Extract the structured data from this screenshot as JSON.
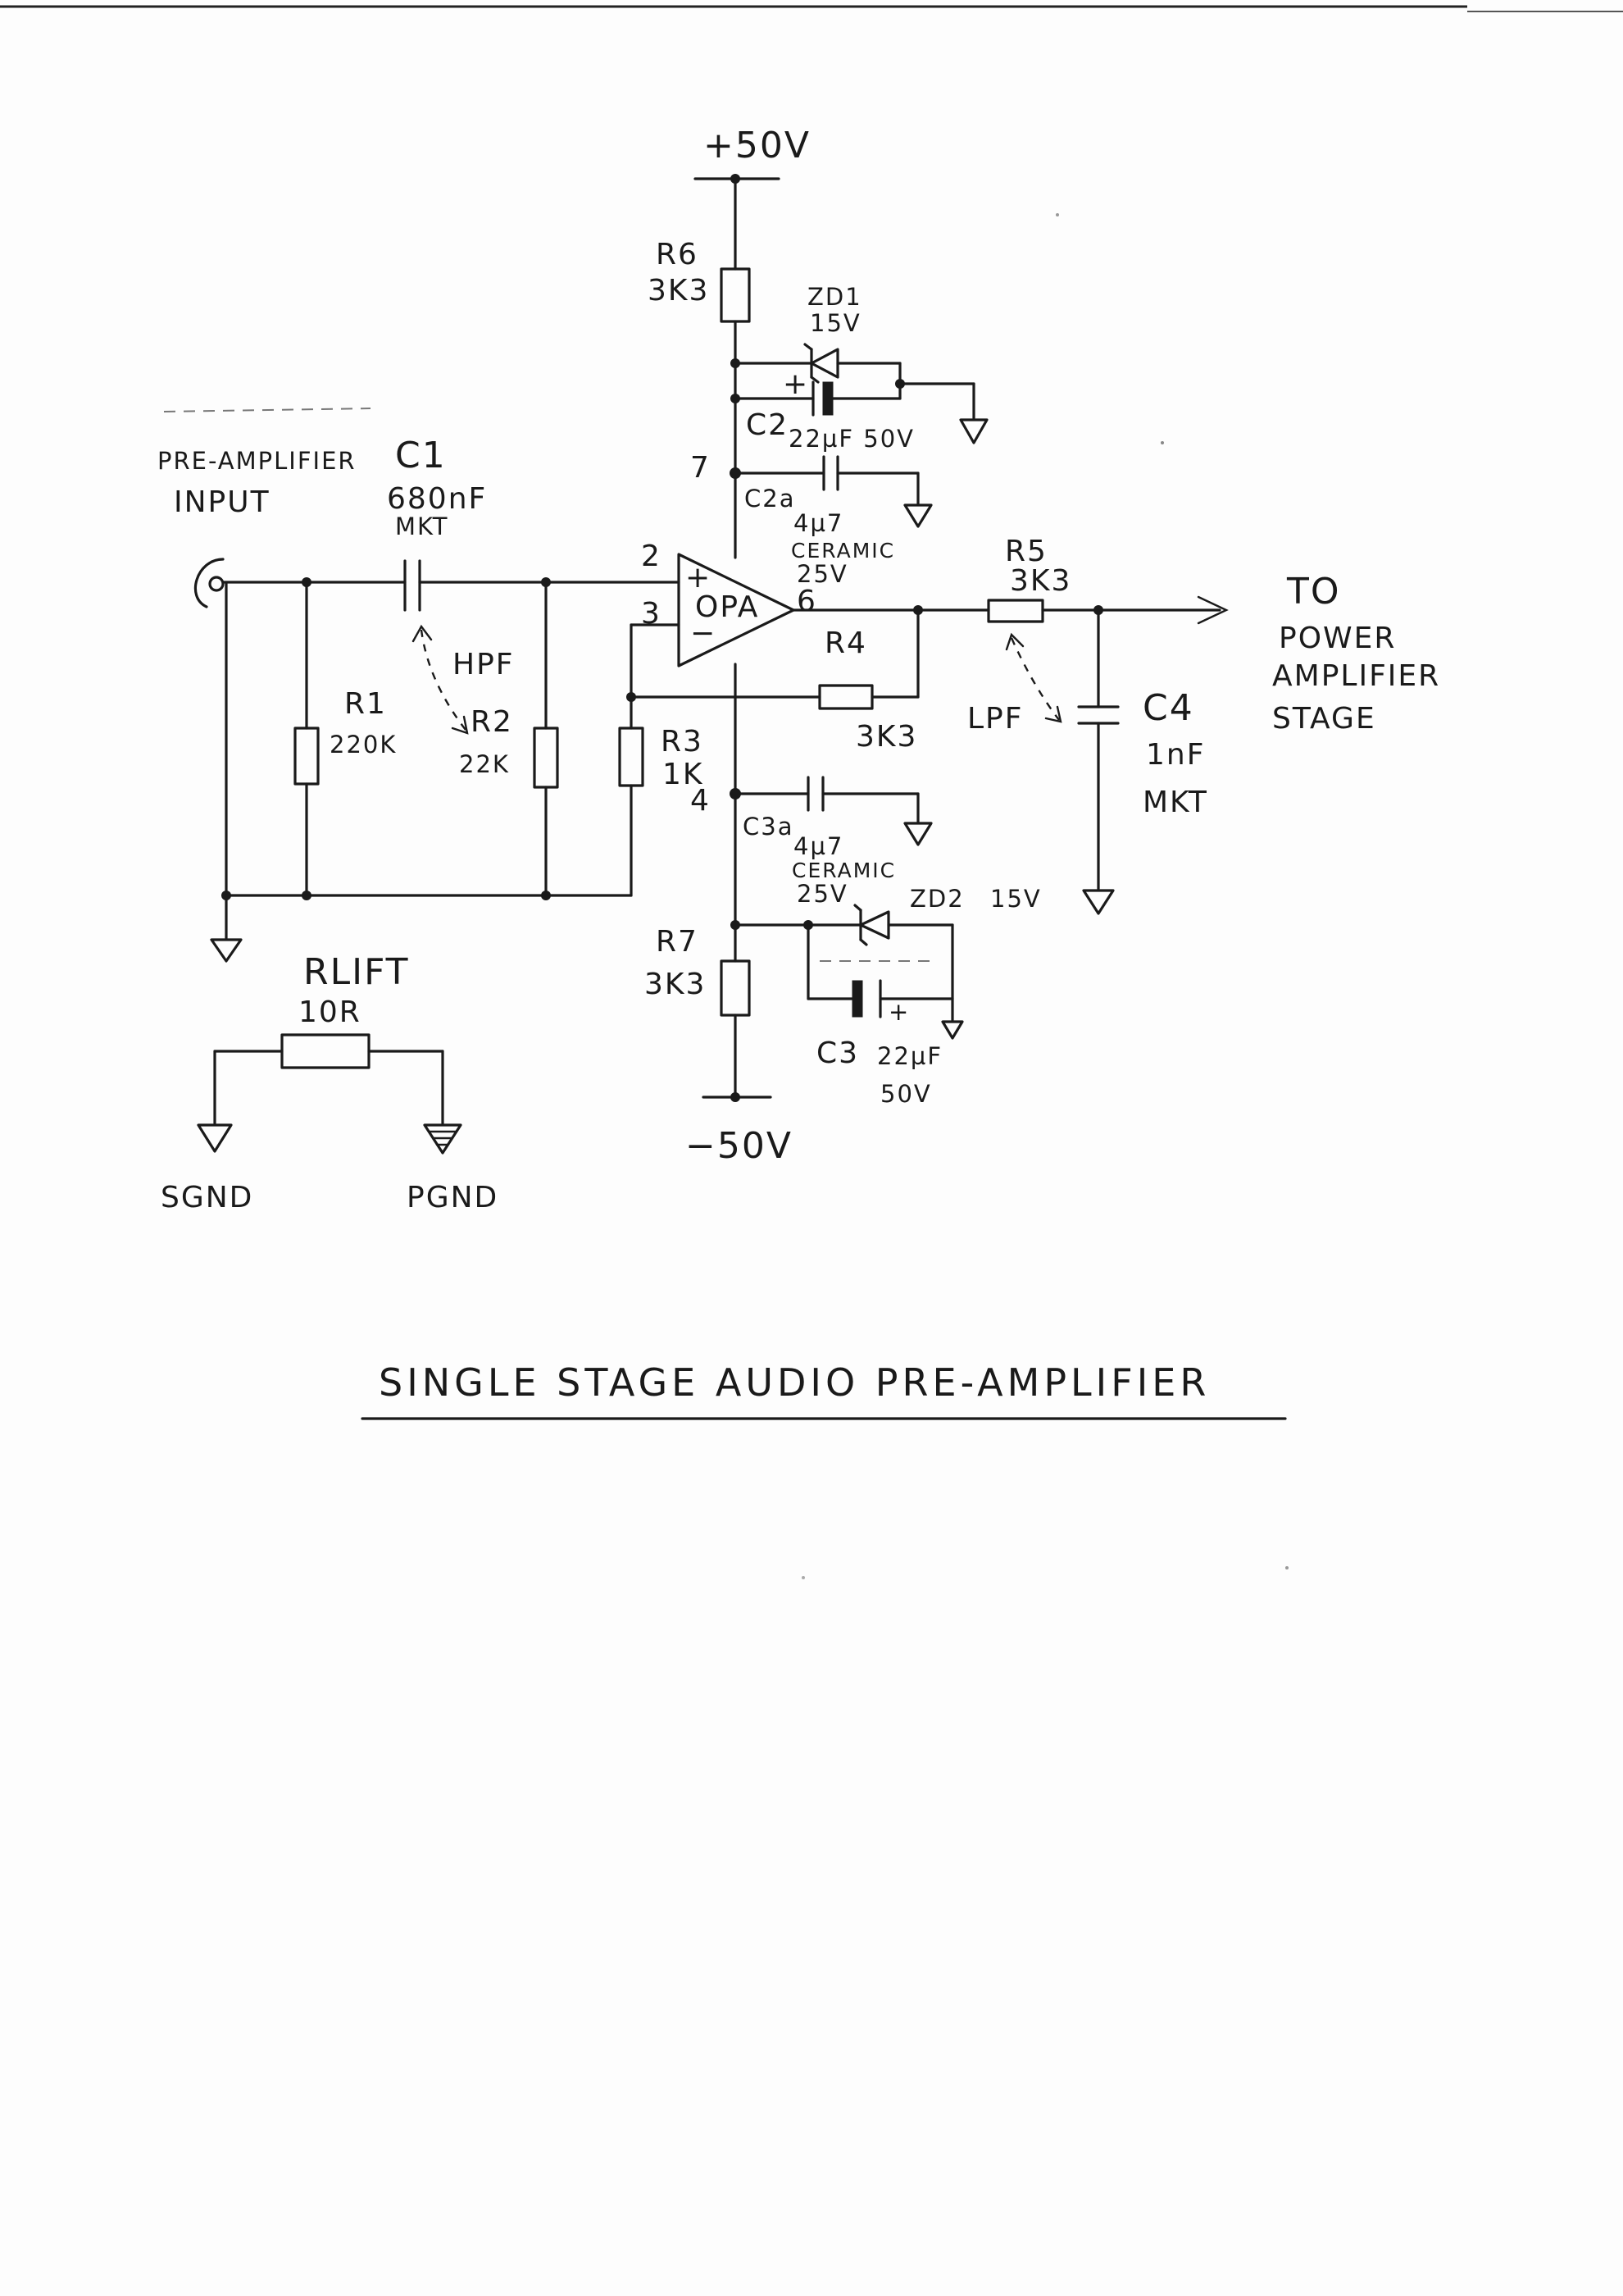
{
  "diagram": {
    "title": "SINGLE STAGE AUDIO PRE-AMPLIFIER",
    "input": {
      "line1": "PRE-AMPLIFIER",
      "line2": "INPUT"
    },
    "output": {
      "line1": "TO",
      "line2": "POWER",
      "line3": "AMPLIFIER",
      "line4": "STAGE"
    },
    "supply": {
      "positive": "+50V",
      "negative": "−50V"
    },
    "opamp": {
      "name": "OPA",
      "plus": "+",
      "minus": "−",
      "pin2": "2",
      "pin3": "3",
      "pin6": "6",
      "pin7": "7",
      "pin4": "4"
    },
    "filters": {
      "hpf": "HPF",
      "lpf": "LPF"
    },
    "components": {
      "c1": {
        "ref": "C1",
        "value": "680nF",
        "type": "MKT"
      },
      "r1": {
        "ref": "R1",
        "value": "220K"
      },
      "r2": {
        "ref": "R2",
        "value": "22K"
      },
      "r3": {
        "ref": "R3",
        "value": "1K"
      },
      "r4": {
        "ref": "R4",
        "value": "3K3"
      },
      "r5": {
        "ref": "R5",
        "value": "3K3"
      },
      "r6": {
        "ref": "R6",
        "value": "3K3"
      },
      "r7": {
        "ref": "R7",
        "value": "3K3"
      },
      "zd1": {
        "ref": "ZD1",
        "value": "15V"
      },
      "zd2": {
        "ref": "ZD2",
        "value": "15V"
      },
      "c2": {
        "ref": "C2",
        "value": "22µF 50V",
        "polarity": "+"
      },
      "c2a": {
        "ref": "C2a",
        "value": "4µ7",
        "type": "CERAMIC",
        "voltage": "25V"
      },
      "c3": {
        "ref": "C3",
        "value": "22µF",
        "voltage": "50V",
        "polarity": "+"
      },
      "c3a": {
        "ref": "C3a",
        "value": "4µ7",
        "type": "CERAMIC",
        "voltage": "25V"
      },
      "c4": {
        "ref": "C4",
        "value": "1nF",
        "type": "MKT"
      },
      "rlift": {
        "ref": "RLIFT",
        "value": "10R"
      }
    },
    "grounds": {
      "signal": "SGND",
      "power": "PGND"
    }
  }
}
